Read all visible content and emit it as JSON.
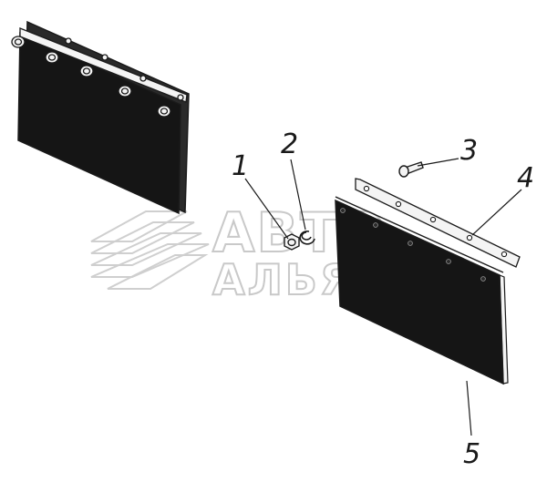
{
  "watermark": {
    "line1": "АВТО",
    "line2": "АЛЬЯНС"
  },
  "callouts": [
    {
      "id": "1",
      "label": "1"
    },
    {
      "id": "2",
      "label": "2"
    },
    {
      "id": "3",
      "label": "3"
    },
    {
      "id": "4",
      "label": "4"
    },
    {
      "id": "5",
      "label": "5"
    }
  ],
  "colors": {
    "flap": "#151515",
    "outline": "#1a1a1a",
    "strip": "#f4f4f4",
    "watermark": "#c9c9c9"
  }
}
